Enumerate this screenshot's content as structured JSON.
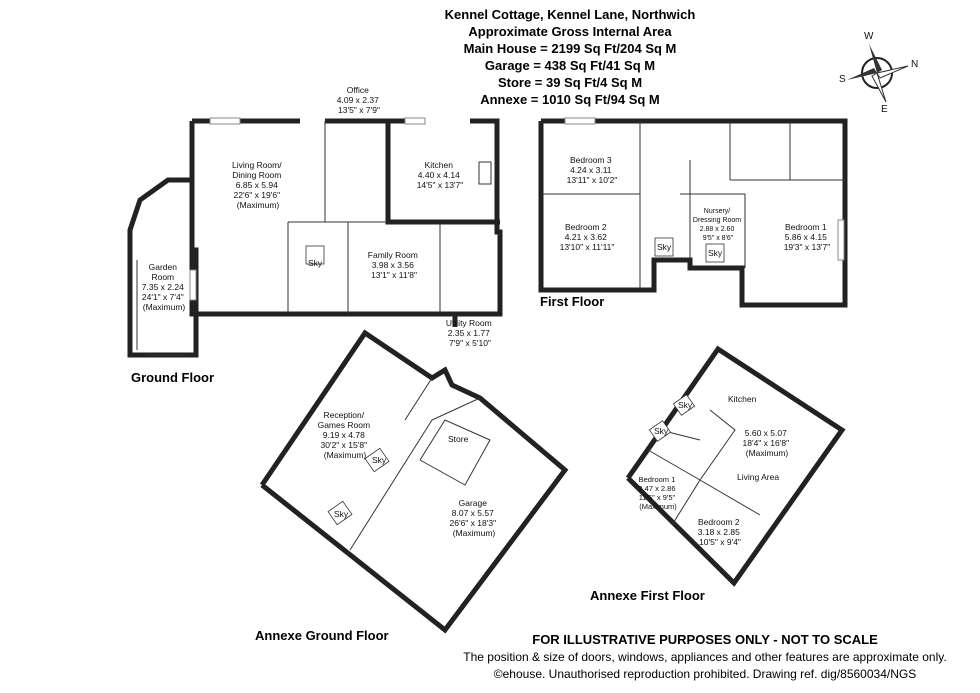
{
  "header": {
    "address": "Kennel Cottage, Kennel Lane, Northwich",
    "area_title": "Approximate Gross Internal Area",
    "main_house": "Main House = 2199 Sq Ft/204 Sq M",
    "garage": "Garage = 438 Sq Ft/41 Sq M",
    "store": "Store = 39 Sq Ft/4 Sq M",
    "annexe": "Annexe = 1010 Sq Ft/94 Sq M"
  },
  "compass": {
    "n": "N",
    "s": "S",
    "e": "E",
    "w": "W"
  },
  "floors": {
    "ground": "Ground Floor",
    "first": "First Floor",
    "annexe_ground": "Annexe Ground Floor",
    "annexe_first": "Annexe First Floor"
  },
  "rooms": {
    "office": [
      "Office",
      "4.09 x 2.37",
      "13'5\" x 7'9\""
    ],
    "living": [
      "Living Room/",
      "Dining Room",
      "6.85 x 5.94",
      "22'6\" x 19'6\"",
      "(Maximum)"
    ],
    "kitchen": [
      "Kitchen",
      "4.40 x 4.14",
      "14'5\" x 13'7\""
    ],
    "garden": [
      "Garden",
      "Room",
      "7.35 x 2.24",
      "24'1\" x 7'4\"",
      "(Maximum)"
    ],
    "family": [
      "Family Room",
      "3.98 x 3.56",
      "13'1\" x 11'8\""
    ],
    "utility": [
      "Utility Room",
      "2.35 x 1.77",
      "7'9\" x 5'10\""
    ],
    "bedroom3": [
      "Bedroom 3",
      "4.24 x 3.11",
      "13'11\" x 10'2\""
    ],
    "bedroom2": [
      "Bedroom 2",
      "4.21 x 3.62",
      "13'10\" x 11'11\""
    ],
    "nursery": [
      "Nursery/",
      "Dressing Room",
      "2.88 x 2.60",
      "9'5\" x 8'6\""
    ],
    "bedroom1": [
      "Bedroom 1",
      "5.86 x 4.15",
      "19'3\" x 13'7\""
    ],
    "reception": [
      "Reception/",
      "Games Room",
      "9.19 x 4.78",
      "30'2\" x 15'8\"",
      "(Maximum)"
    ],
    "store_room": [
      "Store"
    ],
    "garage_room": [
      "Garage",
      "8.07 x 5.57",
      "26'6\" x 18'3\"",
      "(Maximum)"
    ],
    "annexe_kitchen": [
      "Kitchen"
    ],
    "annexe_living": [
      "5.60 x 5.07",
      "18'4\" x 16'8\"",
      "(Maximum)"
    ],
    "living_area": [
      "Living Area"
    ],
    "annexe_bed1": [
      "Bedroom 1",
      "3.47 x 2.86",
      "11'5\" x 9'5\"",
      "(Maximum)"
    ],
    "annexe_bed2": [
      "Bedroom 2",
      "3.18 x 2.85",
      "10'5\" x 9'4\""
    ]
  },
  "sky_label": "Sky",
  "footer": {
    "warning": "FOR ILLUSTRATIVE PURPOSES ONLY - NOT TO SCALE",
    "disclaimer": "The position & size of doors, windows, appliances and other features are approximate only.",
    "copyright": "©ehouse. Unauthorised reproduction prohibited. Drawing ref. dig/8560034/NGS"
  }
}
